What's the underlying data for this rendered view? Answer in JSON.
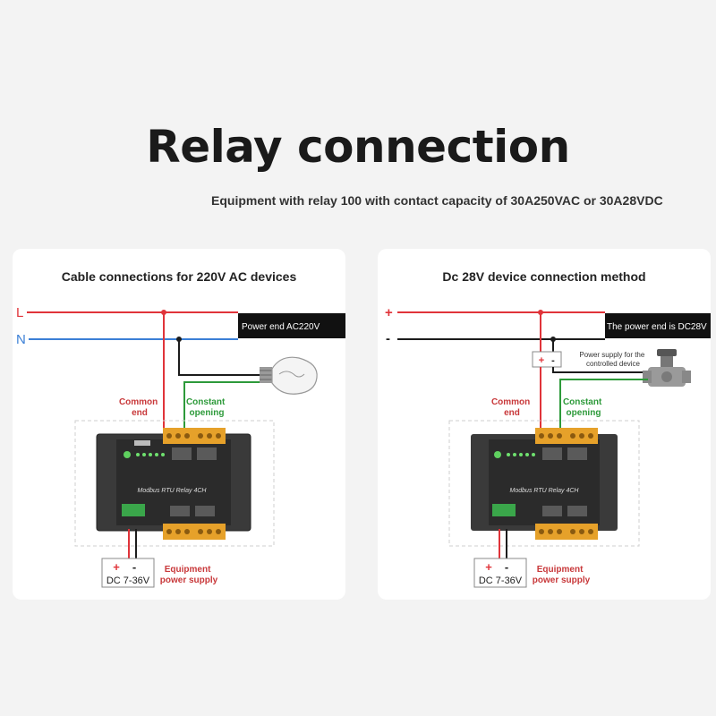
{
  "header": {
    "title": "Relay connection",
    "subtitle": "Equipment with relay 100 with contact capacity of 30A250VAC or 30A28VDC"
  },
  "panels": [
    {
      "title": "Cable connections for 220V AC devices",
      "line1_label": "L",
      "line2_label": "N",
      "power_box": "Power end AC220V",
      "common_end": [
        "Common",
        "end"
      ],
      "constant_opening": [
        "Constant",
        "opening"
      ],
      "module_label": "Modbus RTU Relay 4CH",
      "supply_plus": "+",
      "supply_minus": "-",
      "supply_range": "DC 7-36V",
      "equipment_power": [
        "Equipment",
        "power supply"
      ]
    },
    {
      "title": "Dc 28V device connection method",
      "line1_label": "+",
      "line2_label": "-",
      "power_box": "The power end is DC28V",
      "controlled_supply": [
        "Power supply for the",
        "controlled device"
      ],
      "common_end": [
        "Common",
        "end"
      ],
      "constant_opening": [
        "Constant",
        "opening"
      ],
      "module_label": "Modbus RTU Relay 4CH",
      "supply_plus": "+",
      "supply_minus": "-",
      "supply_range": "DC 7-36V",
      "equipment_power": [
        "Equipment",
        "power supply"
      ]
    }
  ],
  "colors": {
    "red_wire": "#e0343a",
    "blue_wire": "#3b7fd6",
    "black_wire": "#1c1c1c",
    "green_label": "#2d9a3a",
    "red_label": "#c8383a",
    "terminal": "#e6a12a"
  }
}
